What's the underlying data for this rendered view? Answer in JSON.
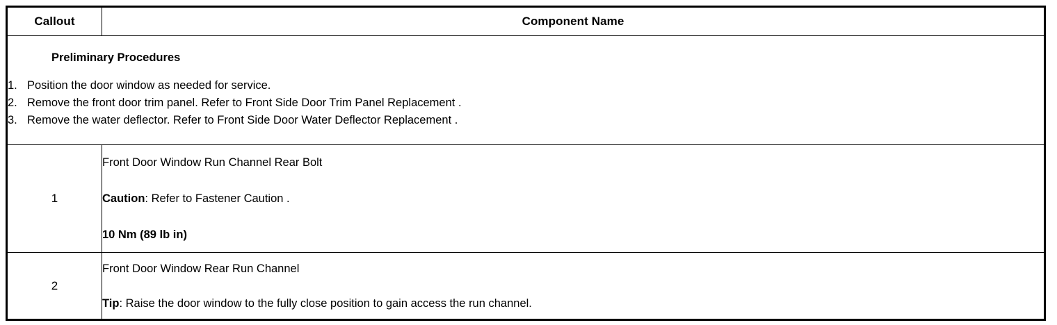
{
  "table": {
    "headers": {
      "callout": "Callout",
      "component_name": "Component Name"
    },
    "preliminary": {
      "title": "Preliminary Procedures",
      "steps": [
        {
          "number": "1.",
          "text": "Position the door window as needed for service."
        },
        {
          "number": "2.",
          "text": "Remove the front door trim panel. Refer to Front Side Door Trim Panel Replacement ."
        },
        {
          "number": "3.",
          "text": "Remove the water deflector. Refer to Front Side Door Water Deflector Replacement ."
        }
      ]
    },
    "rows": [
      {
        "callout": "1",
        "lines": [
          {
            "lead": "",
            "text": "Front Door Window Run Channel Rear Bolt",
            "bold": false
          },
          {
            "lead": "Caution",
            "text": ": Refer to Fastener Caution .",
            "bold": false
          },
          {
            "lead": "",
            "text": "10 Nm (89 lb in)",
            "bold": true
          }
        ]
      },
      {
        "callout": "2",
        "lines": [
          {
            "lead": "",
            "text": "Front Door Window Rear Run Channel",
            "bold": false
          },
          {
            "lead": "Tip",
            "text": ": Raise the door window to the fully close position to gain access the run channel.",
            "bold": false
          }
        ]
      }
    ]
  },
  "style": {
    "border_color": "#000000",
    "text_color": "#000000",
    "background": "#ffffff"
  }
}
